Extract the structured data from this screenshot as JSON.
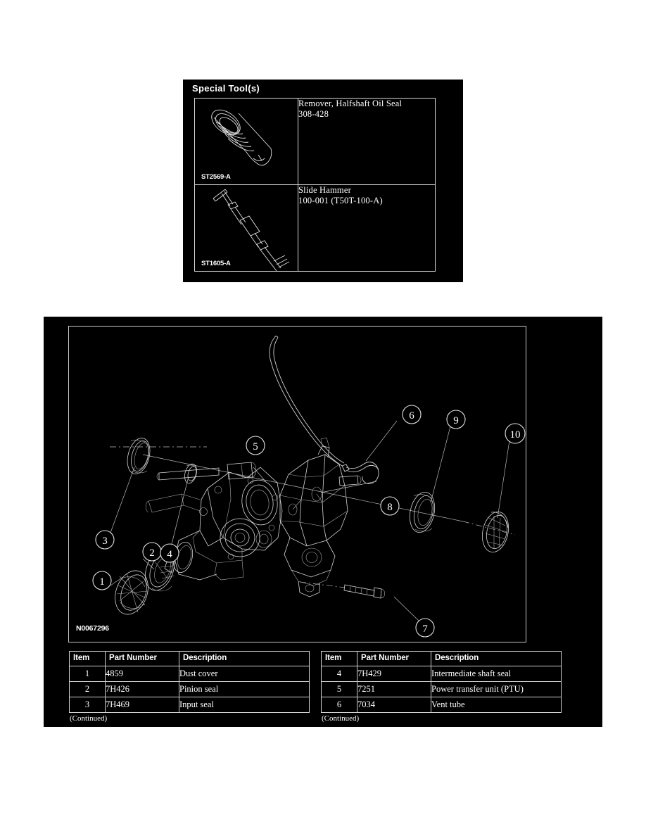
{
  "special_tools": {
    "title": "Special Tool(s)",
    "rows": [
      {
        "code": "ST2569-A",
        "icon": "halfshaft-oil-seal-remover-icon",
        "name": "Remover, Halfshaft Oil Seal",
        "number": "308-428"
      },
      {
        "code": "ST1605-A",
        "icon": "slide-hammer-icon",
        "name": "Slide Hammer",
        "number": "100-001 (T50T-100-A)"
      }
    ]
  },
  "illustration": {
    "diagram_id": "N0067296",
    "callouts": [
      "1",
      "2",
      "3",
      "4",
      "5",
      "6",
      "7",
      "8",
      "9",
      "10"
    ]
  },
  "parts_tables": [
    {
      "headers": {
        "item": "Item",
        "part": "Part Number",
        "description": "Description"
      },
      "rows": [
        {
          "item": "1",
          "part": "4859",
          "description": "Dust cover"
        },
        {
          "item": "2",
          "part": "7H426",
          "description": "Pinion seal"
        },
        {
          "item": "3",
          "part": "7H469",
          "description": "Input seal"
        }
      ],
      "footer": "(Continued)"
    },
    {
      "headers": {
        "item": "Item",
        "part": "Part Number",
        "description": "Description"
      },
      "rows": [
        {
          "item": "4",
          "part": "7H429",
          "description": "Intermediate shaft seal"
        },
        {
          "item": "5",
          "part": "7251",
          "description": "Power transfer unit (PTU)"
        },
        {
          "item": "6",
          "part": "7034",
          "description": "Vent tube"
        }
      ],
      "footer": "(Continued)"
    }
  ],
  "colors": {
    "panel_background": "#000000",
    "page_background": "#ffffff",
    "line": "#d5d5d5",
    "border": "#d0d0d0"
  }
}
